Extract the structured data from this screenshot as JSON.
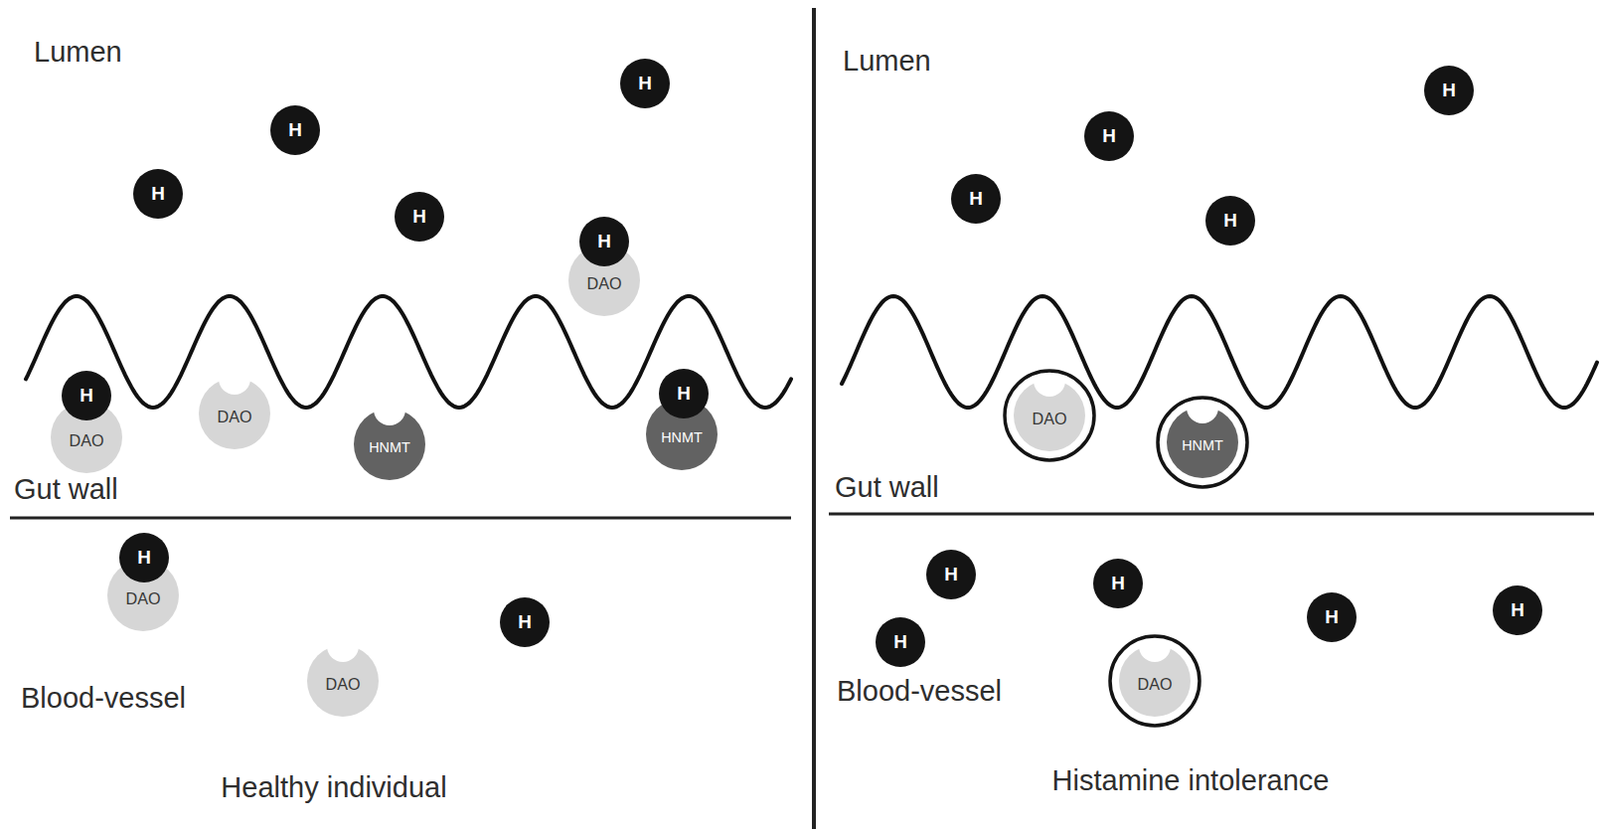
{
  "diagram": {
    "nodes": [
      {
        "text": [
          "H"
        ]
      },
      {
        "text": [
          "H"
        ]
      },
      {
        "text": [
          "H"
        ]
      },
      {
        "text": [
          "H"
        ]
      },
      {
        "text": [
          "H"
        ]
      },
      {
        "text": [
          "DAO"
        ]
      },
      {
        "text": [
          "H"
        ]
      },
      {
        "text": [
          "DAO"
        ]
      },
      {
        "text": [
          "DAO"
        ]
      },
      {
        "text": [
          "HNMT"
        ]
      },
      {
        "text": [
          "H"
        ]
      },
      {
        "text": [
          "HNMT"
        ]
      },
      {
        "text": [
          "H"
        ]
      },
      {
        "text": [
          "DAO"
        ]
      },
      {
        "text": [
          "DAO"
        ]
      },
      {
        "text": [
          "H"
        ]
      },
      {
        "text": [
          "H"
        ]
      },
      {
        "text": [
          "H"
        ]
      },
      {
        "text": [
          "H"
        ]
      },
      {
        "text": [
          "H"
        ]
      },
      {
        "text": [
          "DAO"
        ]
      },
      {
        "text": [
          "HNMT"
        ]
      },
      {
        "text": [
          "H"
        ]
      },
      {
        "text": [
          "H"
        ]
      },
      {
        "text": [
          "H"
        ]
      },
      {
        "text": [
          "DAO"
        ]
      },
      {
        "text": [
          "H"
        ]
      },
      {
        "text": [
          "H"
        ]
      }
    ],
    "labels": [
      "Lumen",
      "Gut wall",
      "Blood-vessel",
      "Healthy individual",
      "Lumen",
      "Gut wall",
      "Blood-vessel",
      "Histamine intolerance"
    ]
  }
}
